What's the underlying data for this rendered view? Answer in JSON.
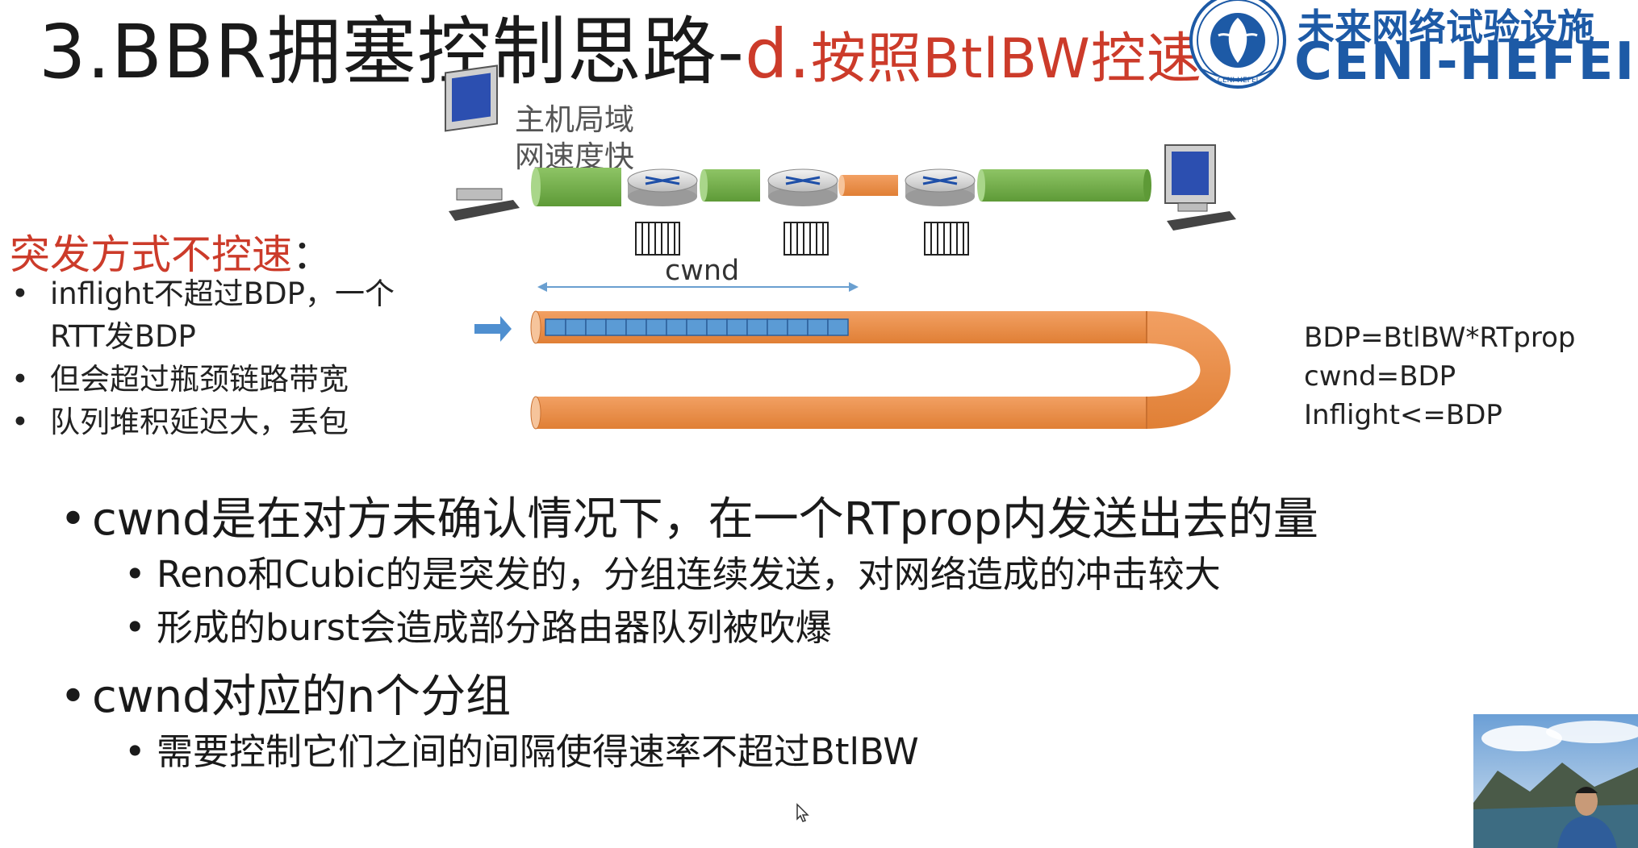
{
  "title": {
    "main": "3.BBR拥塞控制思路-",
    "sub_letter": "d.",
    "sub_cn1": "按照",
    "sub_latin": "BtlBW",
    "sub_cn2": "控速"
  },
  "logo": {
    "cn": "未来网络试验设施",
    "en": "CENI-HEFEI",
    "seal_text": "CENI-HEFEI"
  },
  "diagram": {
    "host_label_line1": "主机局域",
    "host_label_line2": "网速度快",
    "cwnd_label": "cwnd",
    "packet_count": 15,
    "colors": {
      "fast_link": "#77b04a",
      "slow_link": "#ec8e47",
      "packet": "#5b9bd5",
      "arrow": "#4f8fd0"
    }
  },
  "left_panel": {
    "heading": "突发方式不控速",
    "heading_colon": "：",
    "bullets": [
      "inflight不超过BDP，一个",
      "RTT发BDP",
      "但会超过瓶颈链路带宽",
      "队列堆积延迟大，丢包"
    ]
  },
  "formulas": [
    "BDP=BtlBW*RTprop",
    "cwnd=BDP",
    "Inflight<=BDP"
  ],
  "main_bullets": [
    {
      "text": "cwnd是在对方未确认情况下，在一个RTprop内发送出去的量",
      "sub": [
        "Reno和Cubic的是突发的，分组连续发送，对网络造成的冲击较大",
        "形成的burst会造成部分路由器队列被吹爆"
      ]
    },
    {
      "text": "cwnd对应的n个分组",
      "sub": [
        "需要控制它们之间的间隔使得速率不超过BtlBW"
      ]
    }
  ],
  "bullet_char": "•"
}
